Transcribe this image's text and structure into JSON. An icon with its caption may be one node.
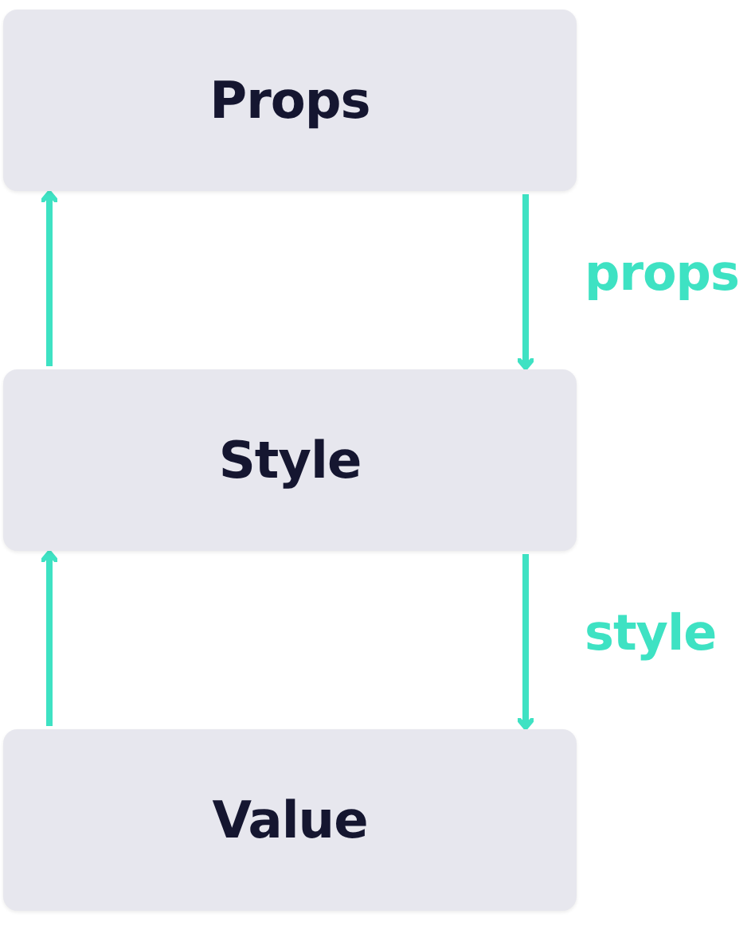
{
  "diagram": {
    "nodes": [
      {
        "text": [
          "Props"
        ]
      },
      {
        "text": [
          "Style"
        ]
      },
      {
        "text": [
          "Value"
        ]
      }
    ],
    "edges": [
      {
        "from": 1,
        "to": 0,
        "arrow": "to"
      },
      {
        "from": 0,
        "to": 1,
        "arrow": "to",
        "label": "props"
      },
      {
        "from": 2,
        "to": 1,
        "arrow": "to"
      },
      {
        "from": 1,
        "to": 2,
        "arrow": "to",
        "label": "style"
      }
    ]
  }
}
